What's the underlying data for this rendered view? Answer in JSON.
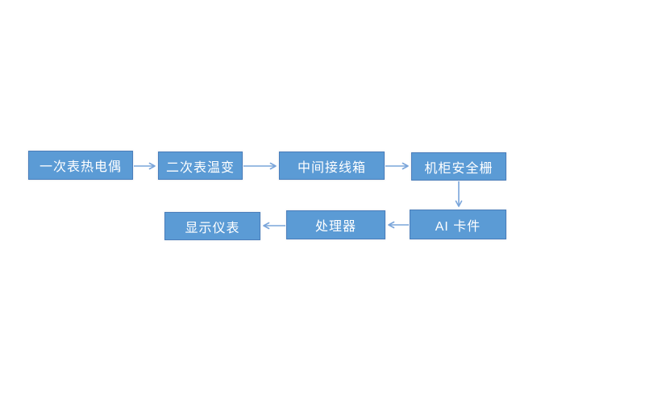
{
  "diagram": {
    "type": "flowchart",
    "background_color": "#ffffff",
    "node_fill_color": "#5b9bd5",
    "node_border_color": "#4a7ebb",
    "node_text_color": "#ffffff",
    "arrow_color": "#7aa5da",
    "nodes": [
      {
        "id": "primary-thermocouple",
        "label": "一次表热电偶"
      },
      {
        "id": "secondary-temp-transmitter",
        "label": "二次表温变"
      },
      {
        "id": "junction-box",
        "label": "中间接线箱"
      },
      {
        "id": "safety-barrier",
        "label": "机柜安全栅"
      },
      {
        "id": "ai-card",
        "label": "AI 卡件"
      },
      {
        "id": "processor",
        "label": "处理器"
      },
      {
        "id": "display-instrument",
        "label": "显示仪表"
      }
    ],
    "edges": [
      {
        "from": "一次表热电偶",
        "to": "二次表温变",
        "direction": "right"
      },
      {
        "from": "二次表温变",
        "to": "中间接线箱",
        "direction": "right"
      },
      {
        "from": "中间接线箱",
        "to": "机柜安全栅",
        "direction": "right"
      },
      {
        "from": "机柜安全栅",
        "to": "AI 卡件",
        "direction": "down"
      },
      {
        "from": "AI 卡件",
        "to": "处理器",
        "direction": "left"
      },
      {
        "from": "处理器",
        "to": "显示仪表",
        "direction": "left"
      }
    ]
  }
}
